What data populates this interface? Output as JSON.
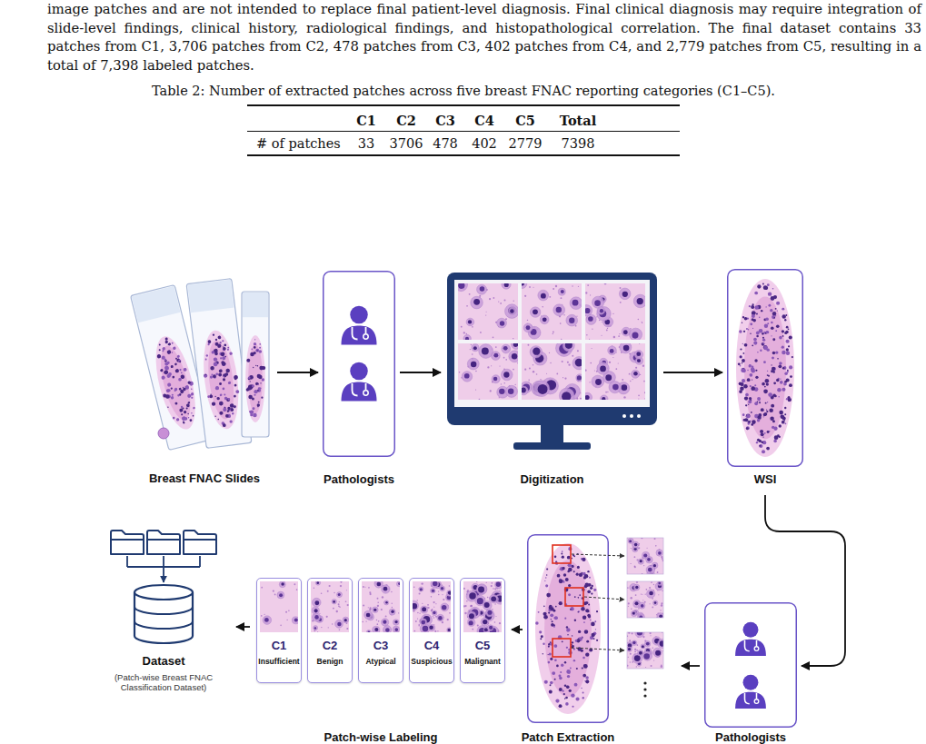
{
  "diagram": {
    "nodes": [
      {
        "text": [
          "Breast FNAC Slides"
        ]
      },
      {
        "text": [
          "Pathologists"
        ]
      },
      {
        "text": [
          "Digitization"
        ]
      },
      {
        "text": [
          "WSI"
        ]
      },
      {
        "text": [
          "Pathologists"
        ]
      },
      {
        "text": [
          "Patch Extraction"
        ]
      },
      {
        "text": [
          "Patch-wise Labeling"
        ]
      },
      {
        "text": [
          "C1",
          "Insufficient"
        ],
        "in": 6
      },
      {
        "text": [
          "C2",
          "Benign"
        ],
        "in": 6
      },
      {
        "text": [
          "C3",
          "Atypical"
        ],
        "in": 6
      },
      {
        "text": [
          "C4",
          "Suspicious"
        ],
        "in": 6
      },
      {
        "text": [
          "C5",
          "Malignant"
        ],
        "in": 6
      },
      {
        "text": [
          "Dataset",
          "(Patch-wise Breast FNAC Classification Dataset)"
        ]
      }
    ],
    "edges": [
      {
        "from": 0,
        "to": 1,
        "arrow": "to"
      },
      {
        "from": 1,
        "to": 2,
        "arrow": "to"
      },
      {
        "from": 2,
        "to": 3,
        "arrow": "to"
      },
      {
        "from": 3,
        "to": 4,
        "arrow": "to"
      },
      {
        "from": 4,
        "to": 5,
        "arrow": "to"
      },
      {
        "from": 5,
        "to": 6,
        "arrow": "to"
      },
      {
        "from": 6,
        "to": 12,
        "arrow": "to"
      }
    ],
    "labels": [
      "image patches and are not intended to replace final patient-level diagnosis. Final clinical diagnosis may require integration of slide-level findings, clinical history, radiological findings, and histopathological correlation. The final dataset contains 33 patches from C1, 3,706 patches from C2, 478 patches from C3, 402 patches from C4, and 2,779 patches from C5, resulting in a total of 7,398 labeled patches.",
      "Table 2: Number of extracted patches across five breast FNAC reporting categories (C1–C5).",
      "C1",
      "C2",
      "C3",
      "C4",
      "C5",
      "Total",
      "# of patches",
      "33",
      "3706",
      "478",
      "402",
      "2779",
      "7398"
    ]
  }
}
